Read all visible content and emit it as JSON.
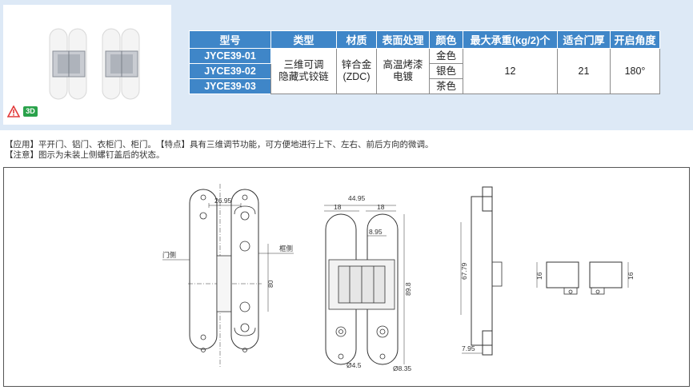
{
  "badges": {
    "warning_icon": "warning-triangle-icon",
    "three_d": "3D"
  },
  "table": {
    "headers": [
      "型号",
      "类型",
      "材质",
      "表面处理",
      "颜色",
      "最大承重(kg/2)个",
      "适合门厚",
      "开启角度"
    ],
    "models": [
      "JYCE39-01",
      "JYCE39-02",
      "JYCE39-03"
    ],
    "type_line1": "三维可调",
    "type_line2": "隐藏式铰链",
    "material_line1": "锌合金",
    "material_line2": "(ZDC)",
    "surface_line1": "高温烤漆",
    "surface_line2": "电镀",
    "colors": [
      "金色",
      "银色",
      "茶色"
    ],
    "max_load": "12",
    "door_thickness": "21",
    "opening_angle": "180°"
  },
  "notes": {
    "line1": "【应用】平开门、铝门、衣柜门、柜门。　【特点】具有三维调节功能，可方便地进行上下、左右、前后方向的微调。",
    "line2": "【注意】图示为未装上侧螺钉盖后的状态。"
  },
  "drawing": {
    "dim_26_95": "26.95",
    "door_side": "门侧",
    "frame_side": "框侧",
    "dim_80": "80",
    "dim_44_95": "44.95",
    "dim_18a": "18",
    "dim_18b": "18",
    "dim_8_95": "8.95",
    "dim_89_8": "89.8",
    "dim_d4_5": "Ø4.5",
    "dim_d8_35": "Ø8.35",
    "dim_67_79": "67.79",
    "dim_7_95": "7.95",
    "dim_16a": "16",
    "dim_16b": "16"
  }
}
